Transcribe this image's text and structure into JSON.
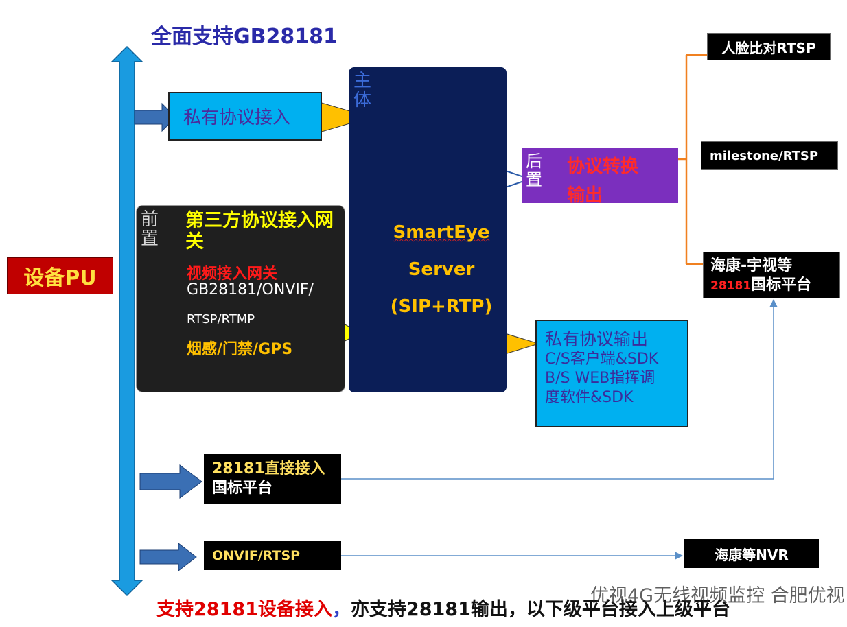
{
  "title": "全面支持GB28181",
  "device": {
    "label": "设备PU"
  },
  "private_input": {
    "label": "私有协议接入"
  },
  "server": {
    "side_label": "主体",
    "name_line1": "SmartEye",
    "name_line2": "Server",
    "name_line3": "(SIP+RTP)"
  },
  "front_gateway": {
    "side_label": "前置",
    "title": "第三方协议接入网关",
    "video_gateway": "视频接入网关",
    "protocols_1": "GB28181/ONVIF/",
    "protocols_2": "RTSP/RTMP",
    "sensors": "烟感/门禁/GPS"
  },
  "rear": {
    "side_label": "后置",
    "line1": "协议转换",
    "line2": "输出"
  },
  "private_output": {
    "line1": "私有协议输出",
    "line2": "C/S客户端&SDK",
    "line3": "B/S WEB指挥调",
    "line4": "度软件&SDK"
  },
  "outputs": {
    "face": "人脸比对RTSP",
    "milestone": "milestone/RTSP",
    "hik_platform_line1": "海康-宇视等",
    "hik_platform_num": "28181",
    "hik_platform_line2": "国标平台"
  },
  "direct_access": {
    "line1": "28181直接接入",
    "line2": "国标平台"
  },
  "onvif": {
    "label": "ONVIF/RTSP"
  },
  "nvr": {
    "label": "海康等NVR"
  },
  "footer": {
    "part1": "支持28181设备接入",
    "part2": "，",
    "part3": "亦支持28181输出，以下级平台接入上级平台"
  },
  "watermark": "优视4G无线视频监控 合肥优视",
  "colors": {
    "bus": "#1a9be0",
    "arrow_blue": "#3a6fb4",
    "triangle_yellow": "#ffc000",
    "connector_orange": "#f08020",
    "connector_blue": "#5a8fc8"
  }
}
